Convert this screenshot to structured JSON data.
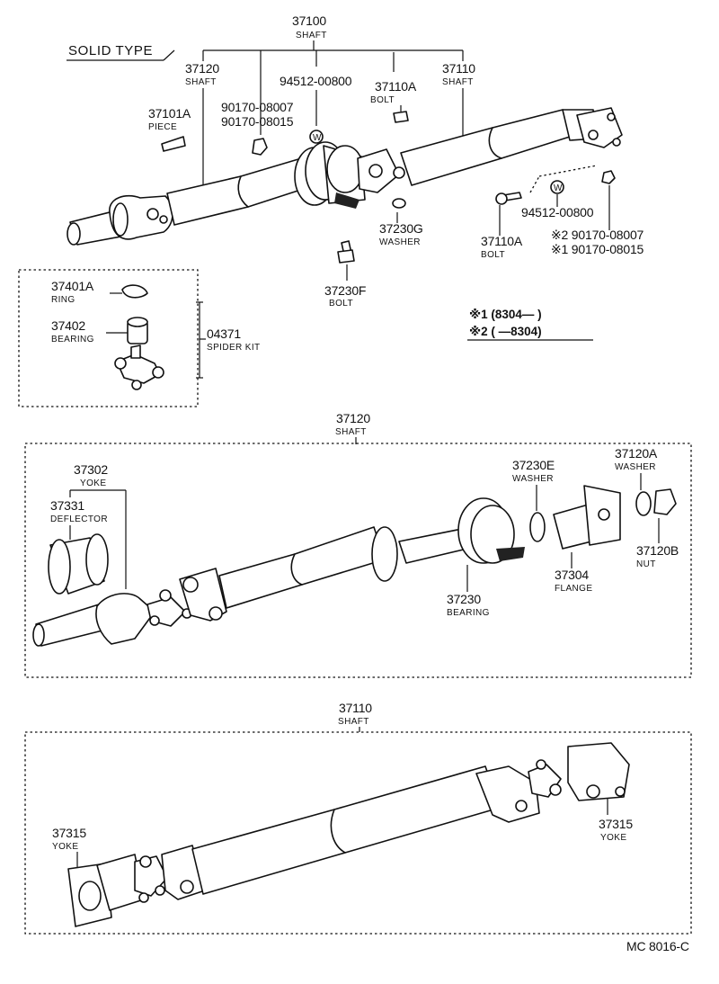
{
  "diagram": {
    "title": "SOLID TYPE",
    "code": "MC 8016-C",
    "top": {
      "shaft_37100": {
        "pn": "37100",
        "name": "SHAFT"
      },
      "shaft_37120": {
        "pn": "37120",
        "name": "SHAFT"
      },
      "piece_37101A": {
        "pn": "37101A",
        "name": "PIECE"
      },
      "nut_a": "90170-08007",
      "nut_b": "90170-08015",
      "washer_w1": "94512-00800",
      "bolt_37110A_upper": {
        "pn": "37110A",
        "name": "BOLT"
      },
      "shaft_37110": {
        "pn": "37110",
        "name": "SHAFT"
      },
      "washer_37230G": {
        "pn": "37230G",
        "name": "WASHER"
      },
      "washer_w2": "94512-00800",
      "bolt_37110A_lower": {
        "pn": "37110A",
        "name": "BOLT"
      },
      "nut_star2": "※2 90170-08007",
      "nut_star1": "※1 90170-08015",
      "bolt_37230F": {
        "pn": "37230F",
        "name": "BOLT"
      },
      "washer_symbol": "W"
    },
    "spider_kit": {
      "ring": {
        "pn": "37401A",
        "name": "RING"
      },
      "bearing": {
        "pn": "37402",
        "name": "BEARING"
      },
      "kit": {
        "pn": "04371",
        "name": "SPIDER KIT"
      }
    },
    "notes": {
      "star1": "※1 (8304—       )",
      "star2": "※2 (       —8304)"
    },
    "mid": {
      "header": {
        "pn": "37120",
        "name": "SHAFT"
      },
      "yoke": {
        "pn": "37302",
        "name": "YOKE"
      },
      "deflector": {
        "pn": "37331",
        "name": "DEFLECTOR"
      },
      "washer_37230E": {
        "pn": "37230E",
        "name": "WASHER"
      },
      "washer_37120A": {
        "pn": "37120A",
        "name": "WASHER"
      },
      "nut_37120B": {
        "pn": "37120B",
        "name": "NUT"
      },
      "flange": {
        "pn": "37304",
        "name": "FLANGE"
      },
      "bearing": {
        "pn": "37230",
        "name": "BEARING"
      }
    },
    "bottom": {
      "header": {
        "pn": "37110",
        "name": "SHAFT"
      },
      "yoke_left": {
        "pn": "37315",
        "name": "YOKE"
      },
      "yoke_right": {
        "pn": "37315",
        "name": "YOKE"
      }
    }
  }
}
